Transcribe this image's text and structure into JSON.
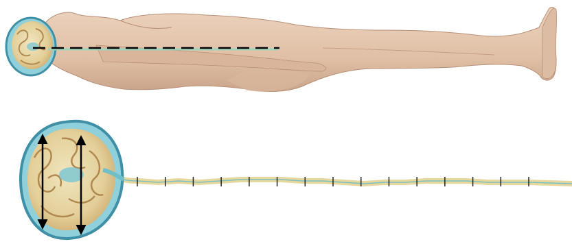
{
  "figure": {
    "panels": [
      {
        "id": "top",
        "subject": "body-lateral-view"
      },
      {
        "id": "bottom",
        "subject": "brain-and-spinal-cord"
      }
    ],
    "colors": {
      "background": "#ffffff",
      "skin": "#e6c9b2",
      "skin_shadow": "#caa68d",
      "skin_outline": "#b88f76",
      "tissue": "#e8d8a8",
      "tissue_fold": "#c9a46a",
      "meninges": "#6fbfc9",
      "meninges_dark": "#3f8fa6",
      "marker_line": "#000000",
      "arrow": "#000000",
      "segment_tick": "#222222"
    },
    "icons": {
      "body": "human-body-silhouette",
      "head_section": "brain-cross-section-icon",
      "dashed_axis": "dashed-measurement-line",
      "double_arrow": "double-headed-arrow"
    },
    "spinal_segment_count": 15,
    "head_measurement_arrows": 2
  }
}
